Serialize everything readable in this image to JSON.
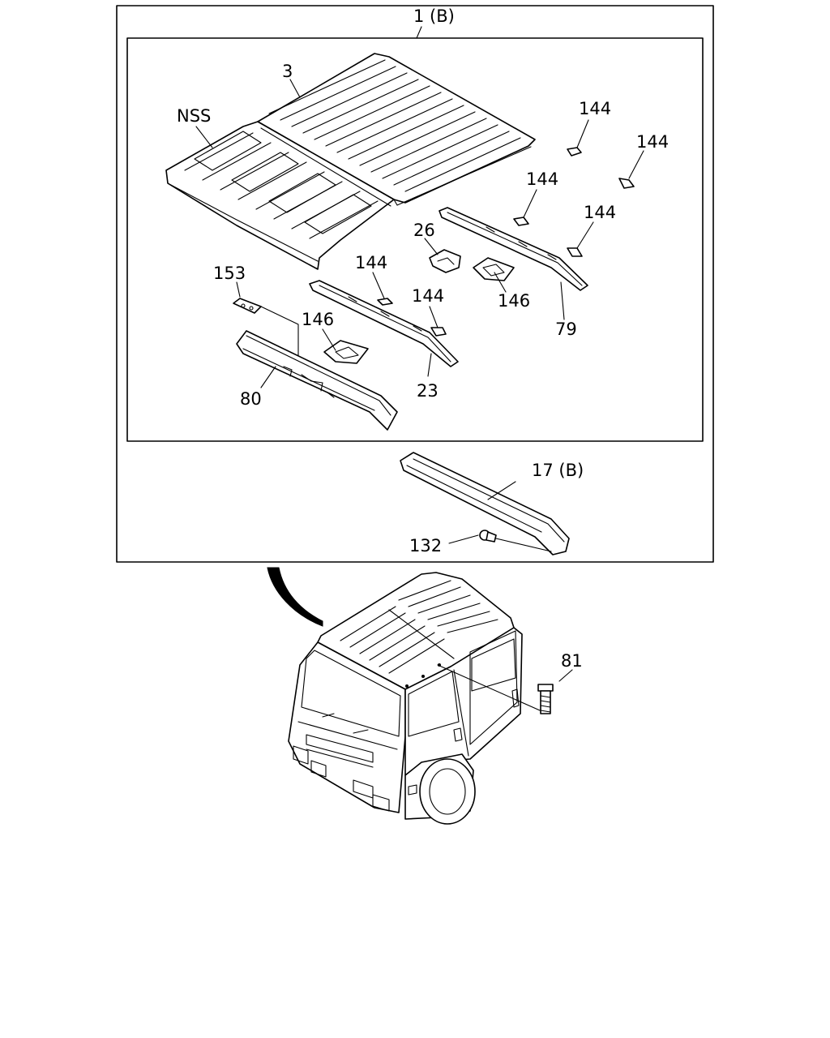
{
  "labels": {
    "assembly": "1 (B)",
    "roof_panel": "3",
    "nss": "NSS",
    "clip_a": "144",
    "clip_b": "144",
    "clip_c": "144",
    "clip_d": "144",
    "clip_e": "144",
    "clip_f": "144",
    "bracket_26": "26",
    "bracket_146_right": "146",
    "bracket_146_left": "146",
    "rail_79": "79",
    "plate_153": "153",
    "rail_23": "23",
    "rail_80": "80",
    "header_17": "17 (B)",
    "screw_132": "132",
    "bolt_81": "81"
  }
}
